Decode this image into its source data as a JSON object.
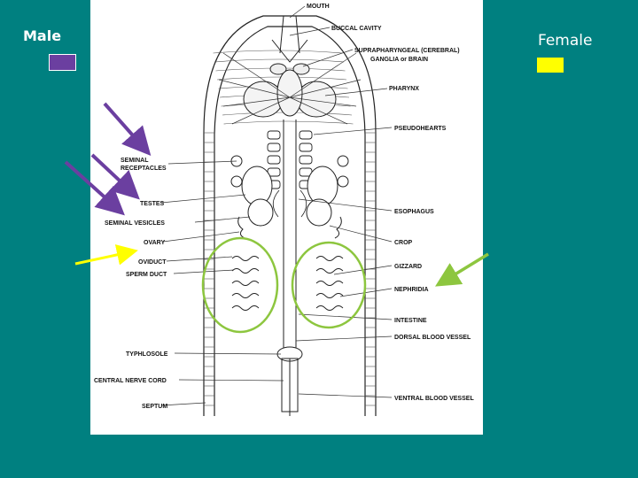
{
  "legend": {
    "male_label": "Male",
    "female_label": "Female",
    "male_color": "#6b3fa0",
    "female_color": "#ffff00",
    "nephridia_marker_color": "#8dc63f"
  },
  "labels": {
    "mouth": "MOUTH",
    "buccal_cavity": "BUCCAL CAVITY",
    "brain_line1": "SUPRAPHARYNGEAL (CEREBRAL)",
    "brain_line2": "GANGLIA or BRAIN",
    "pharynx": "PHARYNX",
    "pseudohearts": "PSEUDOHEARTS",
    "seminal_receptacles_1": "SEMINAL",
    "seminal_receptacles_2": "RECEPTACLES",
    "testes": "TESTES",
    "seminal_vesicles": "SEMINAL VESICLES",
    "ovary": "OVARY",
    "oviduct": "OVIDUCT",
    "sperm_duct": "SPERM DUCT",
    "typhlosole": "TYPHLOSOLE",
    "central_nerve_cord": "CENTRAL NERVE CORD",
    "septum": "SEPTUM",
    "esophagus": "ESOPHAGUS",
    "crop": "CROP",
    "gizzard": "GIZZARD",
    "nephridia": "NEPHRIDIA",
    "intestine": "INTESTINE",
    "dorsal_blood_vessel": "DORSAL BLOOD VESSEL",
    "ventral_blood_vessel": "VENTRAL BLOOD VESSEL"
  }
}
